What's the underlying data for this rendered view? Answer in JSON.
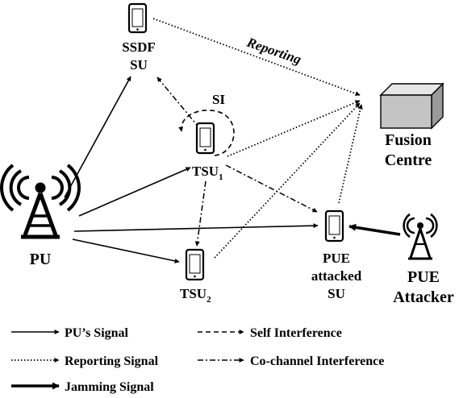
{
  "nodes": {
    "ssdf_su": {
      "line1": "SSDF",
      "line2": "SU"
    },
    "si": "SI",
    "tsu1": {
      "base": "TSU",
      "sub": "1"
    },
    "tsu2": {
      "base": "TSU",
      "sub": "2"
    },
    "pu": "PU",
    "pue_su": {
      "line1": "PUE",
      "line2": "attacked",
      "line3": "SU"
    },
    "pue_attacker": {
      "line1": "PUE",
      "line2": "Attacker"
    },
    "fusion": {
      "line1": "Fusion",
      "line2": "Centre"
    }
  },
  "edge_labels": {
    "reporting": "Reporting"
  },
  "legend": {
    "pu_signal": "PU’s Signal",
    "reporting_signal": "Reporting Signal",
    "jamming_signal": "Jamming Signal",
    "self_interference": "Self Interference",
    "cochannel_interference": "Co-channel Interference"
  }
}
